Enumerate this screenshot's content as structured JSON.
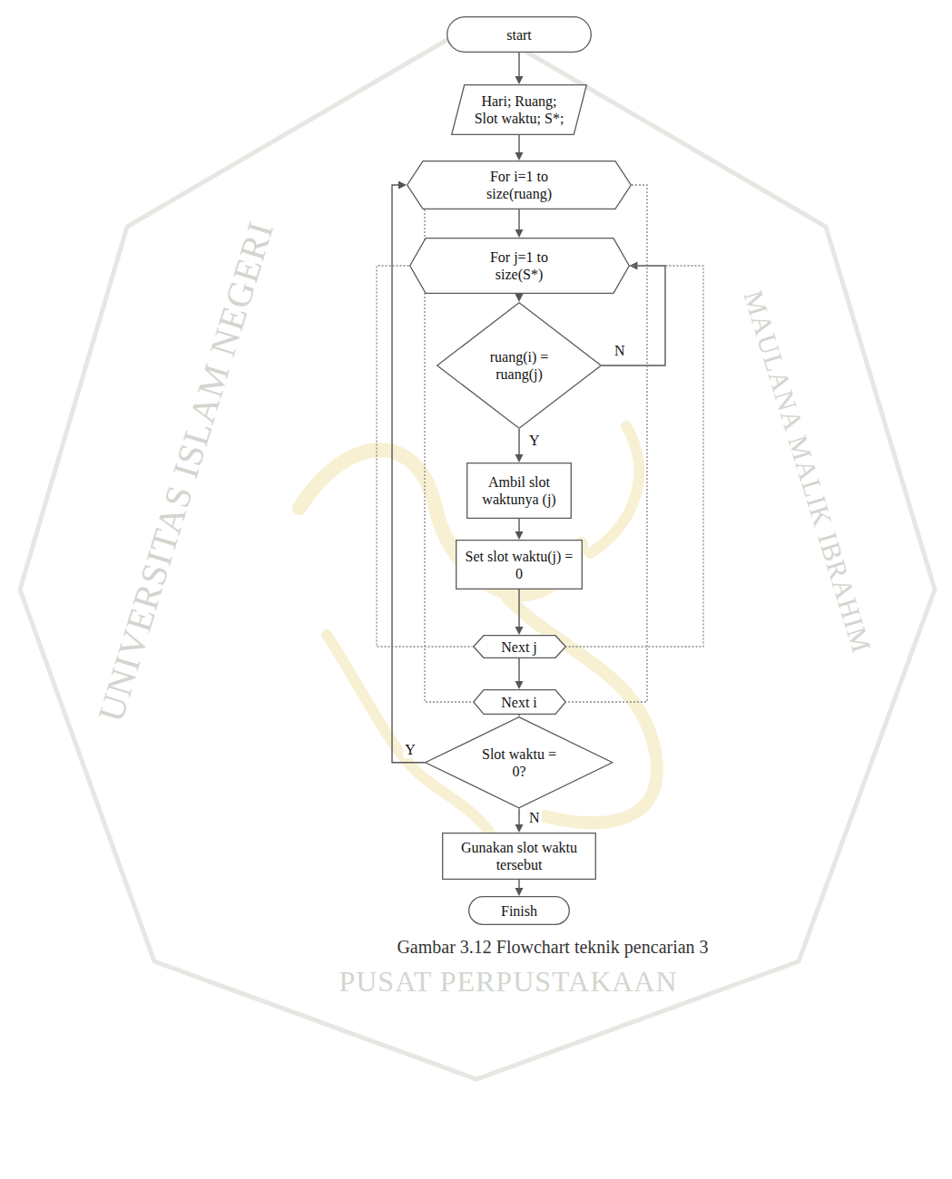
{
  "diagram": {
    "caption": "Gambar 3.12 Flowchart teknik pencarian 3",
    "nodes": [
      {
        "text": [
          "start"
        ]
      },
      {
        "text": [
          "Hari; Ruang; Slot waktu; S*;"
        ]
      },
      {
        "text": [
          "For i=1 to size(ruang)"
        ]
      },
      {
        "text": [
          "For j=1 to size(S*)"
        ]
      },
      {
        "text": [
          "ruang(i) = ruang(j)"
        ]
      },
      {
        "text": [
          "Ambil slot waktunya (j)"
        ]
      },
      {
        "text": [
          "Set slot waktu(j) = 0"
        ]
      },
      {
        "text": [
          "Next j"
        ]
      },
      {
        "text": [
          "Next i"
        ]
      },
      {
        "text": [
          "Slot waktu = 0?"
        ]
      },
      {
        "text": [
          "Gunakan slot waktu tersebut"
        ]
      },
      {
        "text": [
          "Finish"
        ]
      }
    ],
    "edges": [
      {
        "from": 0,
        "to": 1,
        "arrow": "to"
      },
      {
        "from": 1,
        "to": 2,
        "arrow": "to"
      },
      {
        "from": 2,
        "to": 3,
        "arrow": "to"
      },
      {
        "from": 3,
        "to": 4,
        "arrow": "to"
      },
      {
        "from": 4,
        "to": 3,
        "label": "N",
        "arrow": "to"
      },
      {
        "from": 4,
        "to": 5,
        "label": "Y",
        "arrow": "to"
      },
      {
        "from": 5,
        "to": 6,
        "arrow": "to"
      },
      {
        "from": 6,
        "to": 7,
        "arrow": "to"
      },
      {
        "from": 7,
        "to": 8,
        "arrow": "to"
      },
      {
        "from": 8,
        "to": 9,
        "arrow": "to"
      },
      {
        "from": 9,
        "to": 2,
        "label": "Y",
        "arrow": "to"
      },
      {
        "from": 9,
        "to": 10,
        "label": "N",
        "arrow": "to"
      },
      {
        "from": 10,
        "to": 11,
        "arrow": "to"
      },
      {
        "from": 2,
        "to": 8,
        "arrow": "none"
      },
      {
        "from": 2,
        "to": 8,
        "arrow": "none"
      },
      {
        "from": 3,
        "to": 7,
        "arrow": "none"
      },
      {
        "from": 3,
        "to": 7,
        "arrow": "none"
      }
    ],
    "labels": [
      "UNIVERSITAS ISLAM NEGERI",
      "MAULANA MALIK IBRAHIM",
      "PUSAT PERPUSTAKAAN"
    ]
  }
}
